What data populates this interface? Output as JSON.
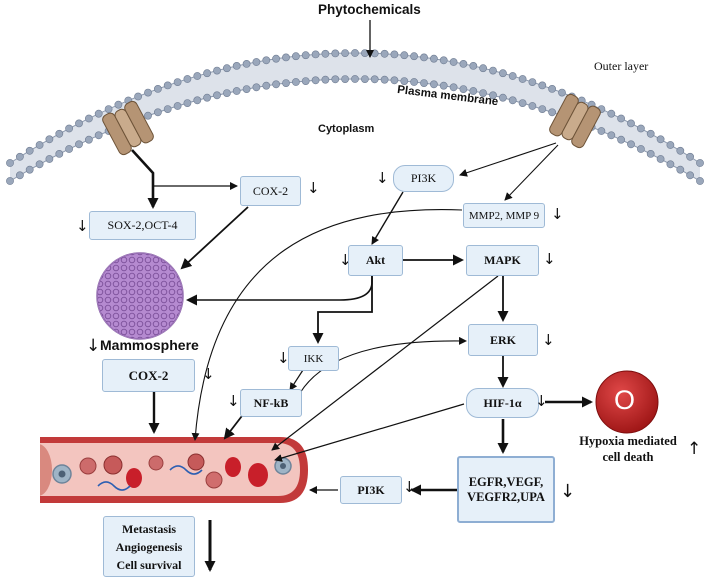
{
  "labels": {
    "phytochemicals": "Phytochemicals",
    "outer_layer": "Outer layer",
    "plasma_membrane": "Plasma membrane",
    "cytoplasm": "Cytoplasm",
    "mammosphere": "Mammosphere",
    "hypoxia": "Hypoxia mediated\ncell death",
    "outcomes": "Metastasis\nAngiogenesis\nCell survival",
    "o_symbol": "O"
  },
  "nodes": {
    "cox2_top": "COX-2",
    "sox2": "SOX-2,OCT-4",
    "pi3k_top": "PI3K",
    "mmp": "MMP2, MMP 9",
    "akt": "Akt",
    "mapk": "MAPK",
    "ikk": "IKK",
    "erk": "ERK",
    "nfkb": "NF-kB",
    "hif": "HIF-1α",
    "cox2_mid": "COX-2",
    "egfr": "EGFR,VEGF,\nVEGFR2,UPA",
    "pi3k_bottom": "PI3K"
  },
  "regulation": {
    "down": "↓",
    "up": "↑"
  },
  "colors": {
    "box_fill": "#e6f0f9",
    "box_border": "#9fbad6",
    "membrane": "#9aa7bb",
    "vessel": "#c23a3a",
    "mammosphere": "#a97bc4",
    "death_cell": "#c62828"
  }
}
